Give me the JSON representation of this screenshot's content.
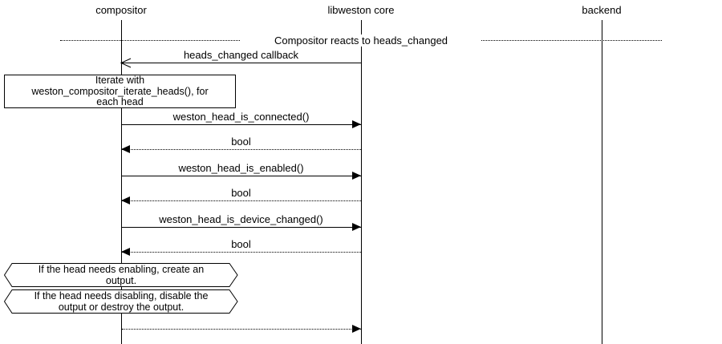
{
  "diagram": {
    "divider": {
      "label": "Compositor reacts to heads_changed"
    },
    "participants": [
      {
        "label": "compositor"
      },
      {
        "label": "libweston core"
      },
      {
        "label": "backend"
      }
    ],
    "note": {
      "line1": "Iterate with",
      "line2": "weston_compositor_iterate_heads(), for",
      "line3": "each head"
    },
    "messages": [
      {
        "label": "heads_changed callback",
        "from": "libweston core",
        "to": "compositor",
        "style": "solid",
        "head": "open"
      },
      {
        "label": "weston_head_is_connected()",
        "from": "compositor",
        "to": "libweston core",
        "style": "solid",
        "head": "filled"
      },
      {
        "label": "bool",
        "from": "libweston core",
        "to": "compositor",
        "style": "dotted",
        "head": "filled"
      },
      {
        "label": "weston_head_is_enabled()",
        "from": "compositor",
        "to": "libweston core",
        "style": "solid",
        "head": "filled"
      },
      {
        "label": "bool",
        "from": "libweston core",
        "to": "compositor",
        "style": "dotted",
        "head": "filled"
      },
      {
        "label": "weston_head_is_device_changed()",
        "from": "compositor",
        "to": "libweston core",
        "style": "solid",
        "head": "filled"
      },
      {
        "label": "bool",
        "from": "libweston core",
        "to": "compositor",
        "style": "dotted",
        "head": "filled"
      },
      {
        "label": "",
        "from": "compositor",
        "to": "libweston core",
        "style": "dotted",
        "head": "filled"
      }
    ],
    "conditions": [
      {
        "line1": "If the head needs enabling, create an",
        "line2": "output."
      },
      {
        "line1": "If the head needs disabling, disable the",
        "line2": "output or destroy the output."
      }
    ],
    "colors": {
      "line": "#000000",
      "background": "#ffffff"
    }
  }
}
